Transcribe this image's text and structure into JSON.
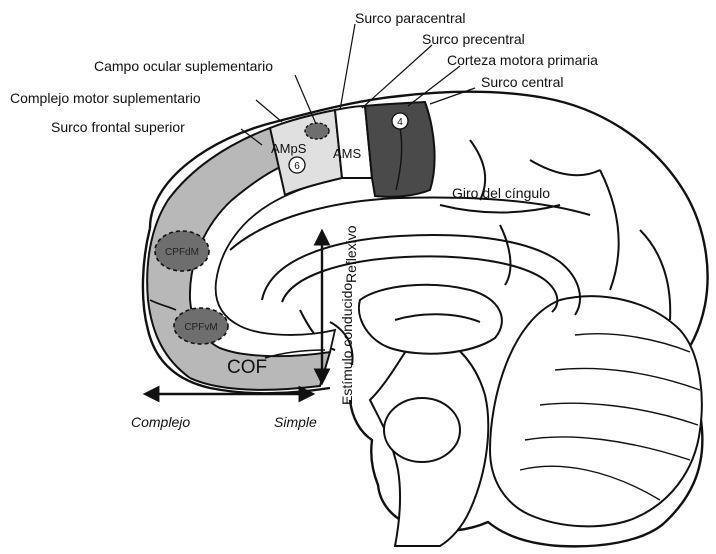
{
  "labels": {
    "surco_paracentral": "Surco paracentral",
    "surco_precentral": "Surco precentral",
    "corteza_motora_primaria": "Corteza motora primaria",
    "surco_central": "Surco central",
    "campo_ocular": "Campo ocular suplementario",
    "complejo_motor": "Complejo motor suplementario",
    "surco_frontal_superior": "Surco frontal superior",
    "giro_cingulo": "Giro del cíngulo",
    "reflexivo": "Reflexivo",
    "estimulo_conducido": "Estímulo conducido",
    "complejo": "Complejo",
    "simple": "Simple"
  },
  "regions": {
    "ampS": "AMpS",
    "ams": "AMS",
    "area_6": "6",
    "area_4": "4",
    "cpfdm": "CPFdM",
    "cpfvm": "CPFvM",
    "cof": "COF"
  },
  "colors": {
    "primary_motor": "#4a4a4a",
    "dark_oval": "#6e6e6e",
    "prefrontal": "#b8b8b8",
    "light_area": "#d6d6d6",
    "outline": "#111111"
  }
}
